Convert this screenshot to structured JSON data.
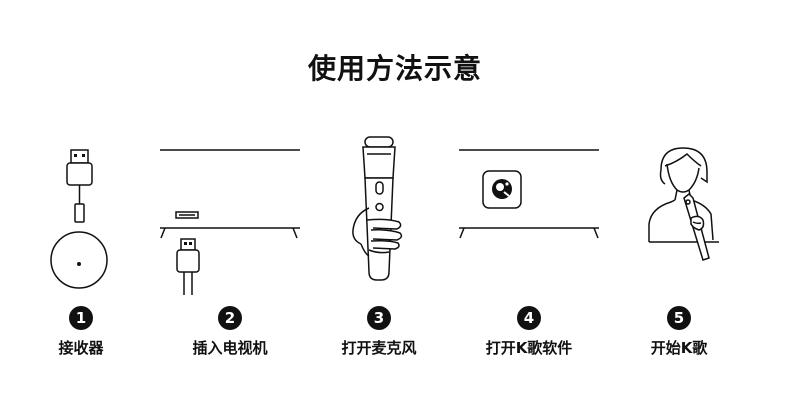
{
  "title": "使用方法示意",
  "steps": [
    {
      "number": "1",
      "label": "接收器",
      "icon": "receiver-icon"
    },
    {
      "number": "2",
      "label": "插入电视机",
      "icon": "tv-usb-icon"
    },
    {
      "number": "3",
      "label": "打开麦克风",
      "icon": "microphone-icon"
    },
    {
      "number": "4",
      "label": "打开K歌软件",
      "icon": "tv-app-icon"
    },
    {
      "number": "5",
      "label": "开始K歌",
      "icon": "singer-icon"
    }
  ]
}
